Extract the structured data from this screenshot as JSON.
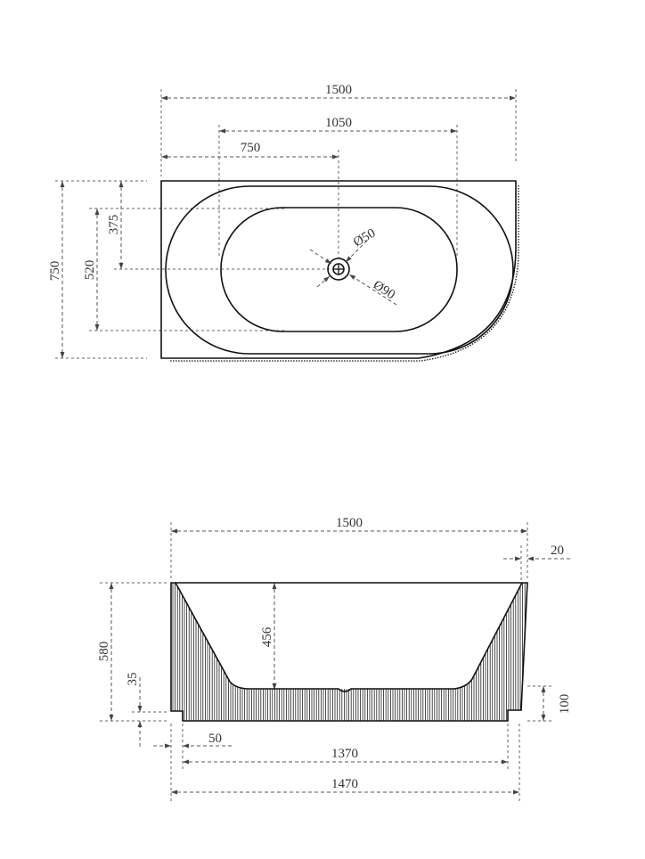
{
  "top_view": {
    "dims": {
      "overall_length": "1500",
      "drain_span": "1050",
      "drain_position": "750",
      "overall_width": "750",
      "inner_width": "520",
      "drain_center_offset": "375",
      "drain_diameter": "Ø50",
      "waste_diameter": "Ø90"
    }
  },
  "side_view": {
    "dims": {
      "overall_length": "1500",
      "wall_thickness": "20",
      "overall_height": "580",
      "inner_depth": "456",
      "plinth_height": "35",
      "end_height": "100",
      "recess_width": "50",
      "base_length": "1370",
      "body_length": "1470"
    }
  },
  "colors": {
    "line": "#111111",
    "dimension": "#555555",
    "background": "#ffffff"
  }
}
